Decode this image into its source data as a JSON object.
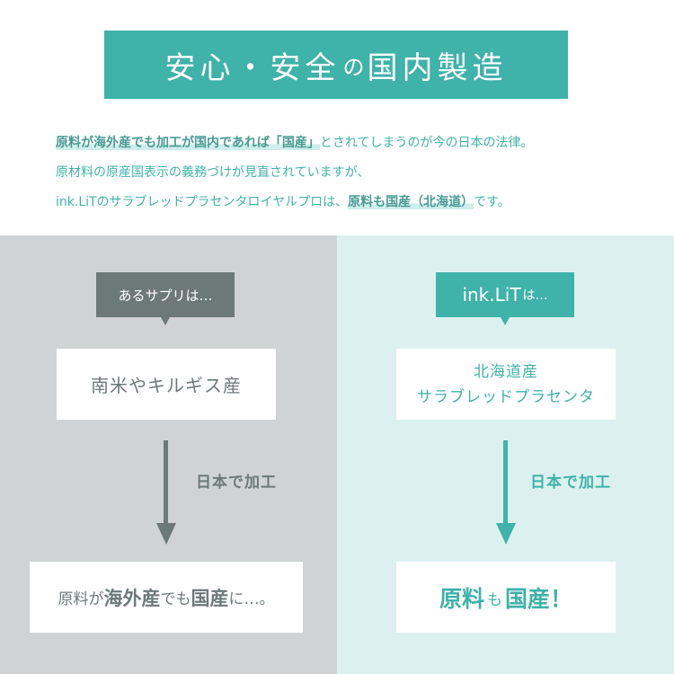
{
  "title": {
    "part1": "安心・安全",
    "connector": "の",
    "part2": "国内製造"
  },
  "intro": {
    "line1_highlight": "原料が海外産でも加工が国内であれば「国産」",
    "line1_rest": "とされてしまうのが今の日本の法律。",
    "line2": "原材料の原産国表示の義務づけが見直されていますが、",
    "line3_start": "ink.LiTのサラブレッドプラセンタロイヤルプロは、",
    "line3_highlight": "原料も国産（北海道）",
    "line3_end": "です。"
  },
  "left_panel": {
    "bubble": "あるサプリは…",
    "origin": "南米やキルギス産",
    "process": "日本で加工",
    "result": {
      "p1": "原料が",
      "p2": "海外産",
      "p3": "でも",
      "p4": "国産",
      "p5": "に…。"
    }
  },
  "right_panel": {
    "bubble_brand": "ink.LiT",
    "bubble_suffix": "は…",
    "origin_line1": "北海道産",
    "origin_line2": "サラブレッドプラセンタ",
    "process": "日本で加工",
    "result": {
      "p1": "原料",
      "p2": "も",
      "p3": "国産！"
    }
  },
  "colors": {
    "teal": "#3fb2aa",
    "gray": "#6d7979",
    "left_bg": "#cfd3d3",
    "right_bg": "#dcf1ef"
  }
}
